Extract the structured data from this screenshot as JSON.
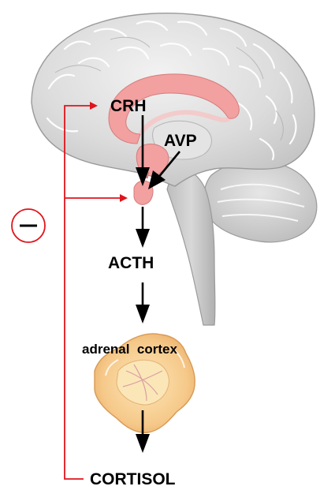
{
  "labels": {
    "crh": "CRH",
    "avp": "AVP",
    "acth": "ACTH",
    "adrenal_cortex": "adrenal  cortex",
    "cortisol": "CORTISOL"
  },
  "feedback": {
    "sign": "−"
  },
  "colors": {
    "feedback_line": "#e0141c",
    "arrow": "#000000",
    "brain_fill": "#d9d9d9",
    "brain_edge": "#9a9a9a",
    "hypothalamus": "#f2a0a0",
    "adrenal_fill": "#f6c98a",
    "adrenal_inner": "#fbe6b8"
  },
  "icons": {
    "feedback": "minus-circle-icon",
    "brain": "brain-sagittal-illustration",
    "adrenal": "adrenal-gland-illustration"
  }
}
